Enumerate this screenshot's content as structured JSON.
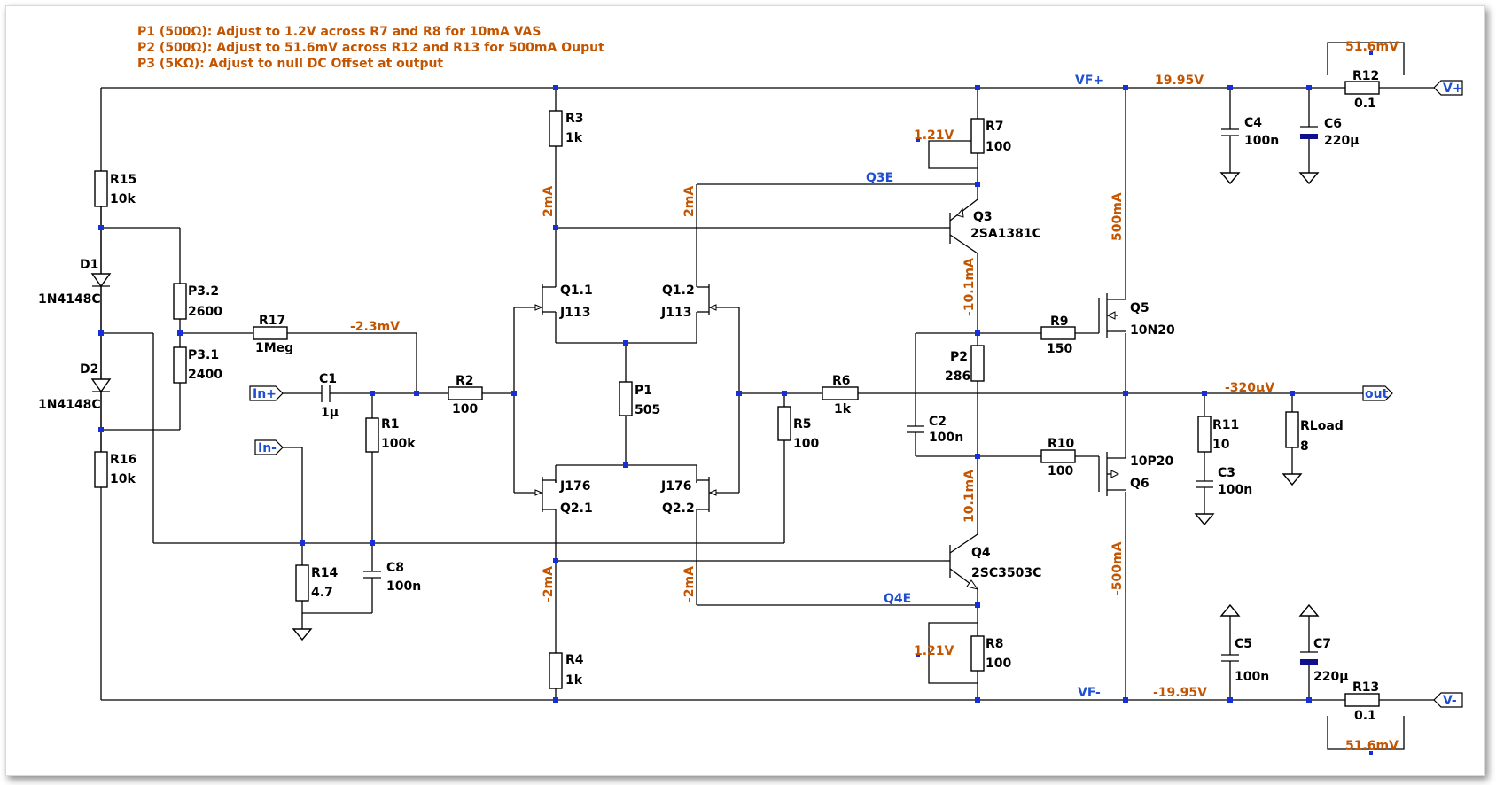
{
  "notes": [
    "P1 (500Ω):  Adjust to 1.2V across R7 and R8 for 10mA VAS",
    "P2 (500Ω):  Adjust to 51.6mV across R12 and R13 for 500mA Ouput",
    "P3 (5KΩ):  Adjust to null DC Offset at output"
  ],
  "resistors": [
    {
      "ref": "R15",
      "value": "10k"
    },
    {
      "ref": "R16",
      "value": "10k"
    },
    {
      "ref": "P3.2",
      "value": "2600"
    },
    {
      "ref": "P3.1",
      "value": "2400"
    },
    {
      "ref": "R17",
      "value": "1Meg"
    },
    {
      "ref": "R1",
      "value": "100k"
    },
    {
      "ref": "R14",
      "value": "4.7"
    },
    {
      "ref": "R2",
      "value": "100"
    },
    {
      "ref": "R3",
      "value": "1k"
    },
    {
      "ref": "R4",
      "value": "1k"
    },
    {
      "ref": "P1",
      "value": "505"
    },
    {
      "ref": "R5",
      "value": "100"
    },
    {
      "ref": "R6",
      "value": "1k"
    },
    {
      "ref": "R7",
      "value": "100"
    },
    {
      "ref": "R8",
      "value": "100"
    },
    {
      "ref": "P2",
      "value": "286"
    },
    {
      "ref": "R9",
      "value": "150"
    },
    {
      "ref": "R10",
      "value": "100"
    },
    {
      "ref": "R11",
      "value": "10"
    },
    {
      "ref": "RLoad",
      "value": "8"
    },
    {
      "ref": "R12",
      "value": "0.1"
    },
    {
      "ref": "R13",
      "value": "0.1"
    }
  ],
  "capacitors": [
    {
      "ref": "C1",
      "value": "1µ"
    },
    {
      "ref": "C8",
      "value": "100n"
    },
    {
      "ref": "C2",
      "value": "100n"
    },
    {
      "ref": "C3",
      "value": "100n"
    },
    {
      "ref": "C4",
      "value": "100n"
    },
    {
      "ref": "C5",
      "value": "100n"
    },
    {
      "ref": "C6",
      "value": "220µ"
    },
    {
      "ref": "C7",
      "value": "220µ"
    }
  ],
  "diodes": [
    {
      "ref": "D1",
      "value": "1N4148C"
    },
    {
      "ref": "D2",
      "value": "1N4148C"
    }
  ],
  "transistors": [
    {
      "ref": "Q1.1",
      "value": "J113"
    },
    {
      "ref": "Q1.2",
      "value": "J113"
    },
    {
      "ref": "Q2.1",
      "value": "J176"
    },
    {
      "ref": "Q2.2",
      "value": "J176"
    },
    {
      "ref": "Q3",
      "value": "2SA1381C"
    },
    {
      "ref": "Q4",
      "value": "2SC3503C"
    },
    {
      "ref": "Q5",
      "value": "10N20"
    },
    {
      "ref": "Q6",
      "value": "10P20"
    }
  ],
  "ports": {
    "in_plus": "In+",
    "in_minus": "In-",
    "out": "out",
    "v_plus": "V+",
    "v_minus": "V-"
  },
  "nets": {
    "vf_plus": "VF+",
    "vf_minus": "VF-",
    "q3e": "Q3E",
    "q4e": "Q4E"
  },
  "measurements": {
    "rail_pos": "19.95V",
    "rail_neg": "-19.95V",
    "r12_drop": "51.6mV",
    "r13_drop": "51.6mV",
    "r7_drop": "1.21V",
    "r8_drop": "1.21V",
    "r17_node": "-2.3mV",
    "out_offset": "-320µV",
    "i_r3": "2mA",
    "i_q12": "2mA",
    "i_r4": "-2mA",
    "i_q22": "-2mA",
    "i_q3": "-10.1mA",
    "i_q4": "10.1mA",
    "i_q5": "500mA",
    "i_q6": "-500mA"
  },
  "colors": {
    "annotation": "#c45500",
    "net_label": "#1f4fd0",
    "junction": "#1530d8",
    "wire": "#000000"
  }
}
